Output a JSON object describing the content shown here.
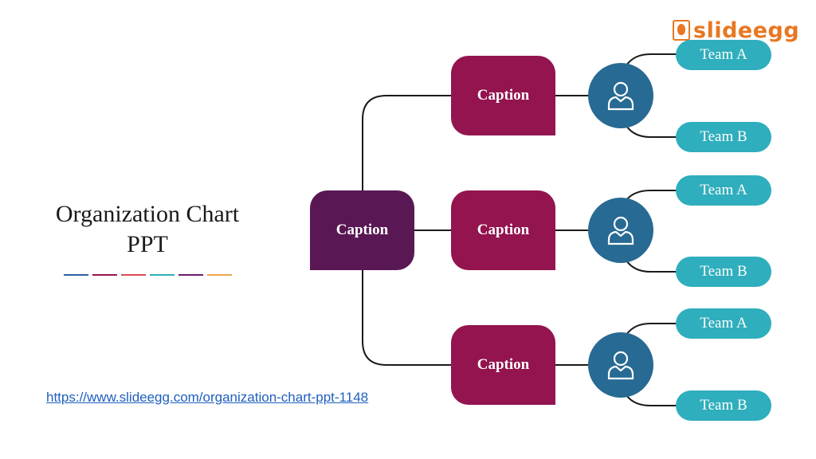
{
  "title": {
    "line1": "Organization Chart",
    "line2": "PPT"
  },
  "title_underline_colors": [
    "#2e5fa3",
    "#93144f",
    "#d94a55",
    "#2faebd",
    "#6a1b6e",
    "#f2a64a"
  ],
  "logo": {
    "text": "slideegg",
    "color": "#e87722"
  },
  "link": "https://www.slideegg.com/organization-chart-ppt-1148",
  "root": {
    "label": "Caption",
    "color": "#591853"
  },
  "branches": [
    {
      "label": "Caption",
      "teams": [
        "Team A",
        "Team B"
      ]
    },
    {
      "label": "Caption",
      "teams": [
        "Team A",
        "Team B"
      ]
    },
    {
      "label": "Caption",
      "teams": [
        "Team A",
        "Team B"
      ]
    }
  ],
  "colors": {
    "branch": "#93144f",
    "avatar": "#276a93",
    "team": "#2faebd",
    "connector": "#1a1a1a"
  },
  "icons": {
    "avatar": "user-icon"
  }
}
